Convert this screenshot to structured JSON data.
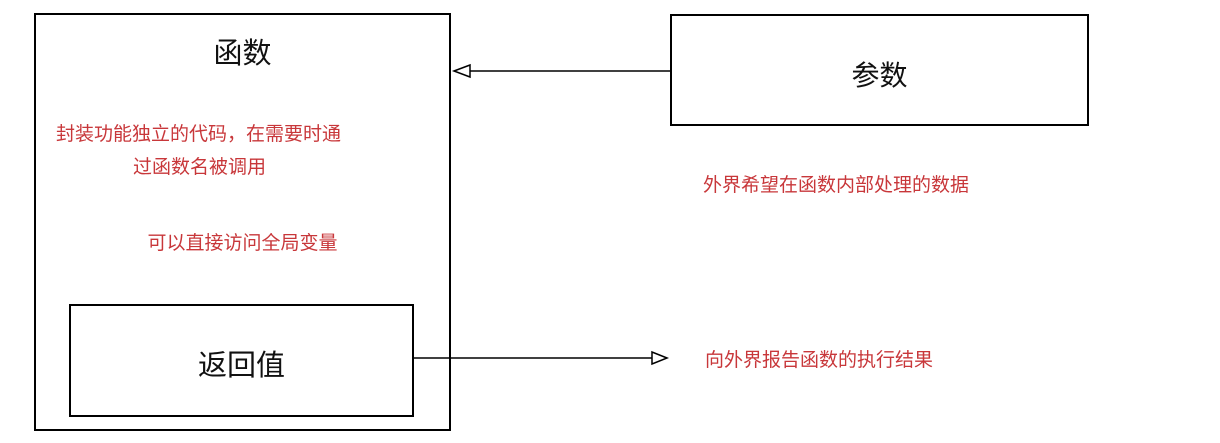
{
  "function_box": {
    "title": "函数",
    "description_line1": "封装功能独立的代码，在需要时通",
    "description_line2": "过函数名被调用",
    "description_line3": "可以直接访问全局变量"
  },
  "parameter_box": {
    "title": "参数",
    "description": "外界希望在函数内部处理的数据"
  },
  "return_box": {
    "title": "返回值",
    "description": "向外界报告函数的执行结果"
  },
  "colors": {
    "annotation": "#c8373a",
    "border": "#000000"
  }
}
